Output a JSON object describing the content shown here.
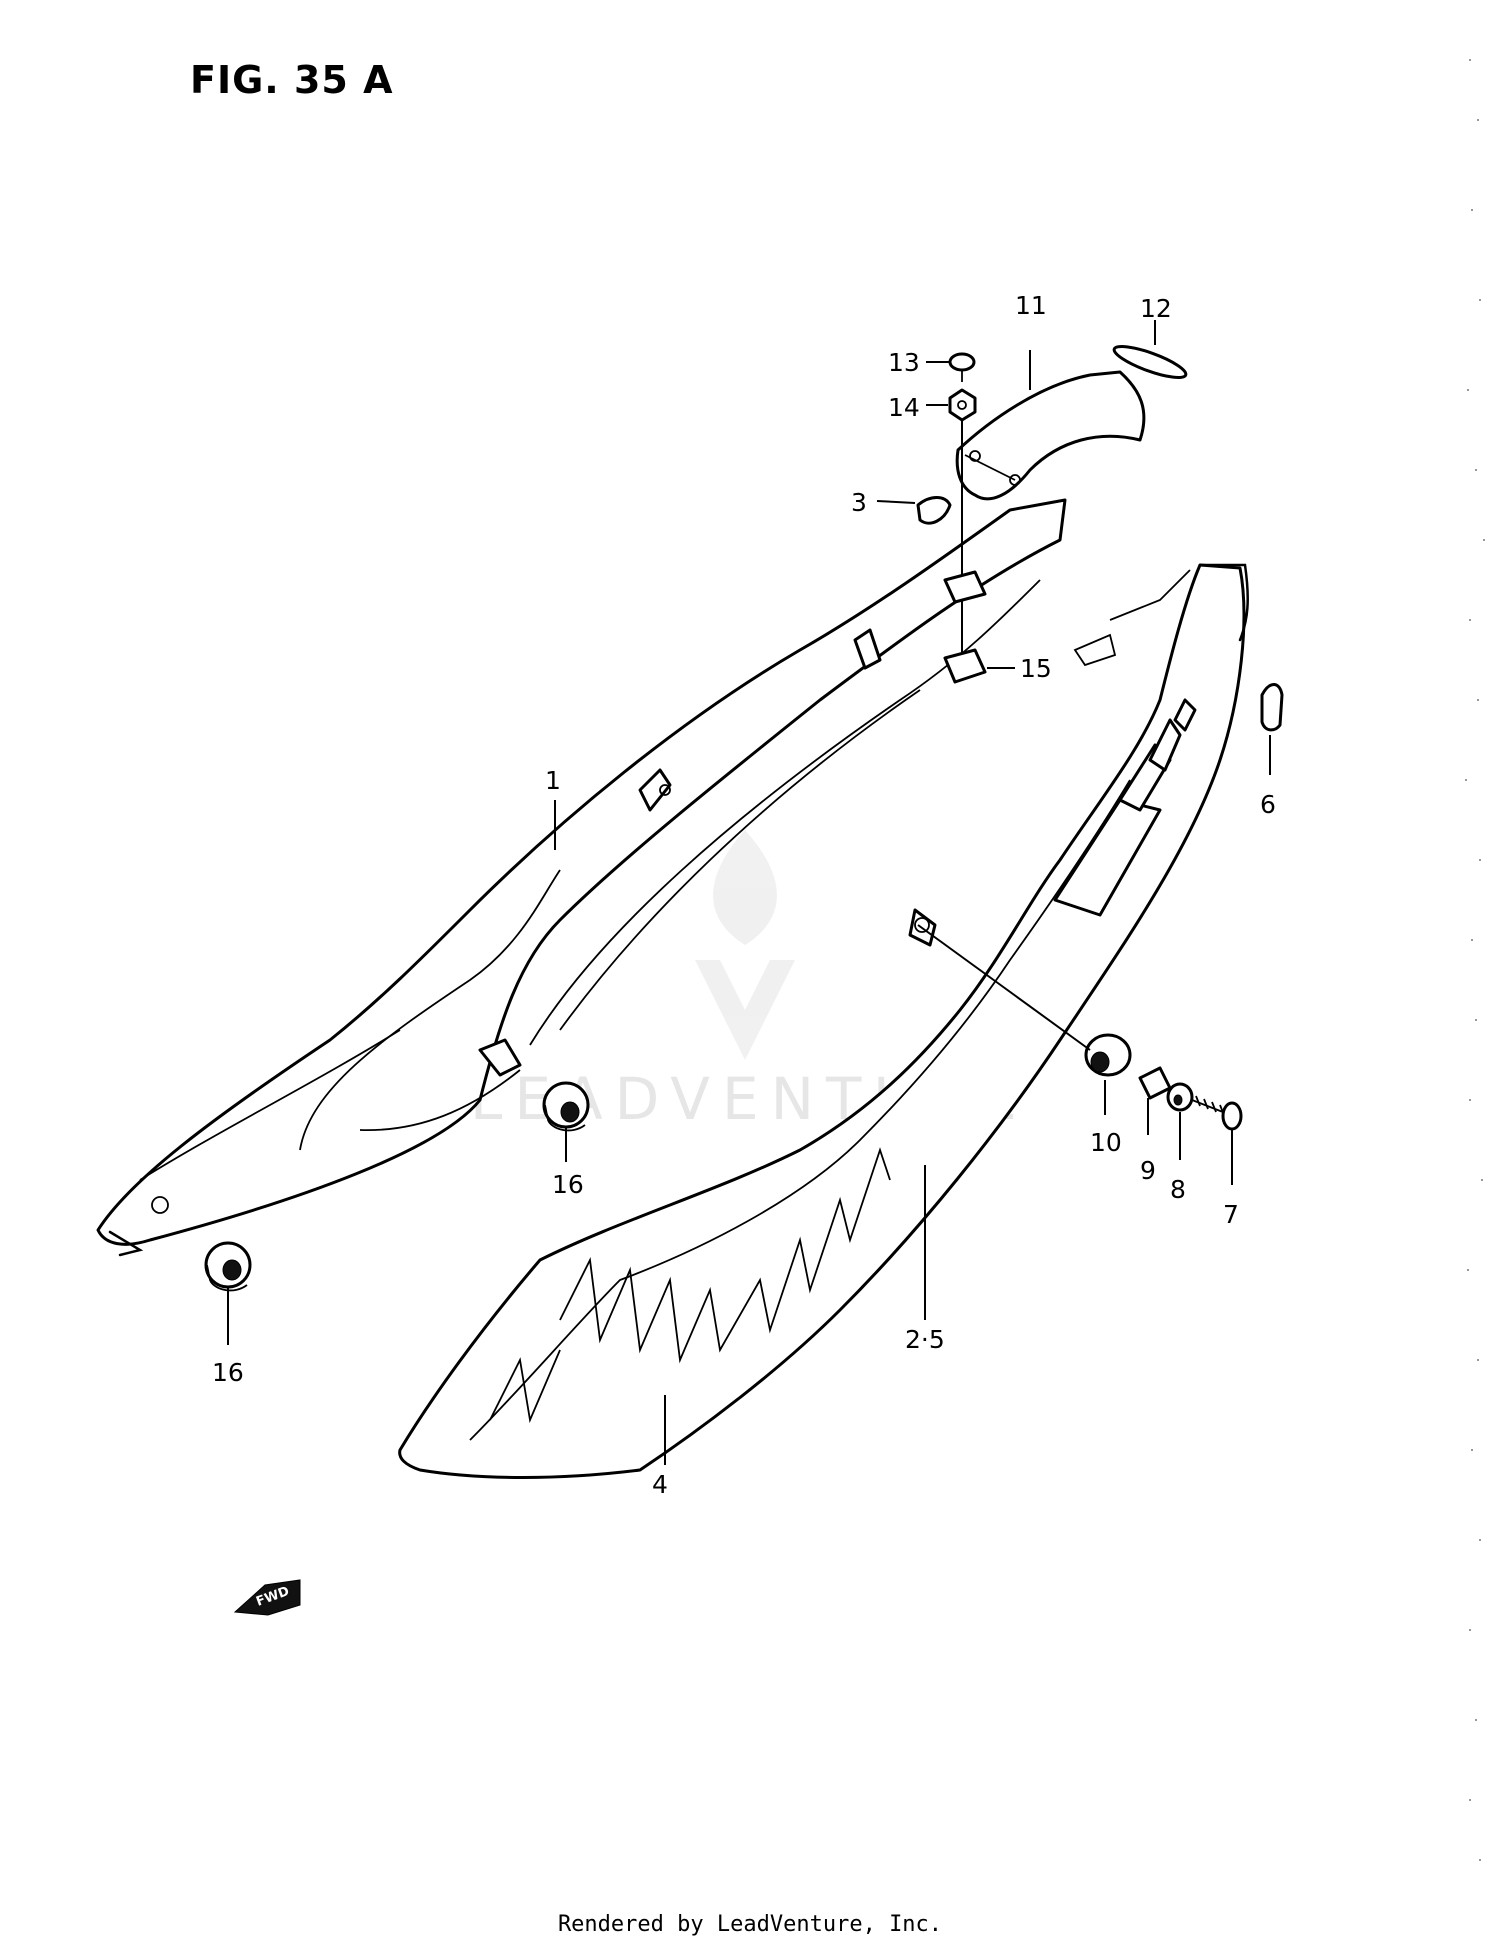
{
  "figure": {
    "title": "FIG. 35 A"
  },
  "callouts": [
    {
      "id": "c1",
      "label": "1"
    },
    {
      "id": "c2-5",
      "label": "2·5"
    },
    {
      "id": "c3",
      "label": "3"
    },
    {
      "id": "c4",
      "label": "4"
    },
    {
      "id": "c6",
      "label": "6"
    },
    {
      "id": "c7",
      "label": "7"
    },
    {
      "id": "c8",
      "label": "8"
    },
    {
      "id": "c9",
      "label": "9"
    },
    {
      "id": "c10",
      "label": "10"
    },
    {
      "id": "c11",
      "label": "11"
    },
    {
      "id": "c12",
      "label": "12"
    },
    {
      "id": "c13",
      "label": "13"
    },
    {
      "id": "c14",
      "label": "14"
    },
    {
      "id": "c15",
      "label": "15"
    },
    {
      "id": "c16a",
      "label": "16"
    },
    {
      "id": "c16b",
      "label": "16"
    }
  ],
  "fwd_arrow": {
    "label": "FWD"
  },
  "watermark": {
    "text": "LEADVENTURE"
  },
  "footer": {
    "text": "Rendered by LeadVenture, Inc."
  }
}
